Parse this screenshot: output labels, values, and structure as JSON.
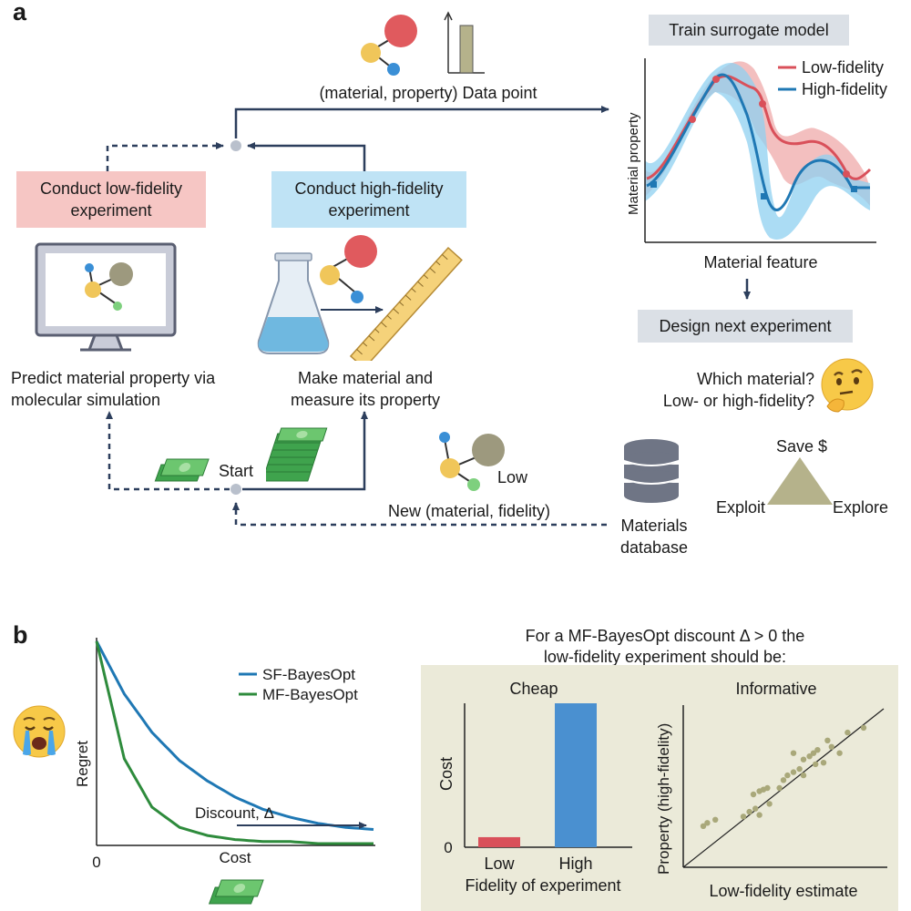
{
  "panel_a": {
    "letter": "a",
    "data_point_label": "(material, property) Data point",
    "train_box": "Train surrogate model",
    "design_box": "Design next experiment",
    "low_box": "Conduct low-fidelity experiment",
    "high_box": "Conduct high-fidelity experiment",
    "predict_label": "Predict material property via molecular simulation",
    "make_label": "Make material and measure its property",
    "start_label": "Start",
    "low_label": "Low",
    "new_label": "New (material, fidelity)",
    "database_label": "Materials database",
    "question_1": "Which material?",
    "question_2": "Low- or high-fidelity?",
    "save_label": "Save $",
    "exploit_label": "Exploit",
    "explore_label": "Explore",
    "surrogate_chart": {
      "ylabel": "Material property",
      "xlabel": "Material feature",
      "legend": [
        "Low-fidelity",
        "High-fidelity"
      ],
      "colors": {
        "low": "#d9505a",
        "high": "#1f78b4",
        "low_band": "#f2b8b8",
        "high_band": "#8fd0f0"
      }
    }
  },
  "panel_b": {
    "letter": "b",
    "title_line1": "For a MF-BayesOpt discount Δ > 0 the",
    "title_line2": "low-fidelity experiment should be:",
    "cheap_title": "Cheap",
    "informative_title": "Informative"
  },
  "chart_data": [
    {
      "type": "line",
      "ylabel": "Regret",
      "xlabel": "Cost",
      "x_tick": "0",
      "annotation": "Discount, Δ",
      "x": [
        0,
        0.1,
        0.2,
        0.3,
        0.4,
        0.5,
        0.6,
        0.7,
        0.8,
        0.9,
        1.0
      ],
      "series": [
        {
          "name": "SF-BayesOpt",
          "color": "#1f78b4",
          "values": [
            1.0,
            0.74,
            0.55,
            0.41,
            0.31,
            0.23,
            0.17,
            0.13,
            0.1,
            0.08,
            0.07
          ]
        },
        {
          "name": "MF-BayesOpt",
          "color": "#2e8b3c",
          "values": [
            1.0,
            0.42,
            0.18,
            0.08,
            0.04,
            0.02,
            0.01,
            0.01,
            0.0,
            0.0,
            0.0
          ]
        }
      ]
    },
    {
      "type": "bar",
      "title": "Cheap",
      "ylabel": "Cost",
      "xlabel": "Fidelity of experiment",
      "y_tick": "0",
      "categories": [
        "Low",
        "High"
      ],
      "values": [
        0.07,
        1.0
      ],
      "colors": [
        "#d9505a",
        "#4a90d0"
      ]
    },
    {
      "type": "scatter",
      "title": "Informative",
      "xlabel": "Low-fidelity estimate",
      "ylabel": "Property (high-fidelity)",
      "xlim": [
        0,
        1
      ],
      "ylim": [
        0,
        1
      ],
      "color": "#a9a87a",
      "points": [
        [
          0.1,
          0.26
        ],
        [
          0.12,
          0.28
        ],
        [
          0.16,
          0.3
        ],
        [
          0.3,
          0.32
        ],
        [
          0.33,
          0.35
        ],
        [
          0.36,
          0.37
        ],
        [
          0.38,
          0.33
        ],
        [
          0.35,
          0.46
        ],
        [
          0.38,
          0.48
        ],
        [
          0.4,
          0.49
        ],
        [
          0.42,
          0.5
        ],
        [
          0.43,
          0.4
        ],
        [
          0.48,
          0.5
        ],
        [
          0.5,
          0.55
        ],
        [
          0.52,
          0.58
        ],
        [
          0.55,
          0.6
        ],
        [
          0.58,
          0.62
        ],
        [
          0.6,
          0.58
        ],
        [
          0.6,
          0.68
        ],
        [
          0.63,
          0.7
        ],
        [
          0.65,
          0.72
        ],
        [
          0.67,
          0.74
        ],
        [
          0.66,
          0.65
        ],
        [
          0.7,
          0.66
        ],
        [
          0.72,
          0.8
        ],
        [
          0.74,
          0.76
        ],
        [
          0.78,
          0.72
        ],
        [
          0.82,
          0.85
        ],
        [
          0.9,
          0.88
        ],
        [
          0.55,
          0.72
        ]
      ]
    }
  ]
}
